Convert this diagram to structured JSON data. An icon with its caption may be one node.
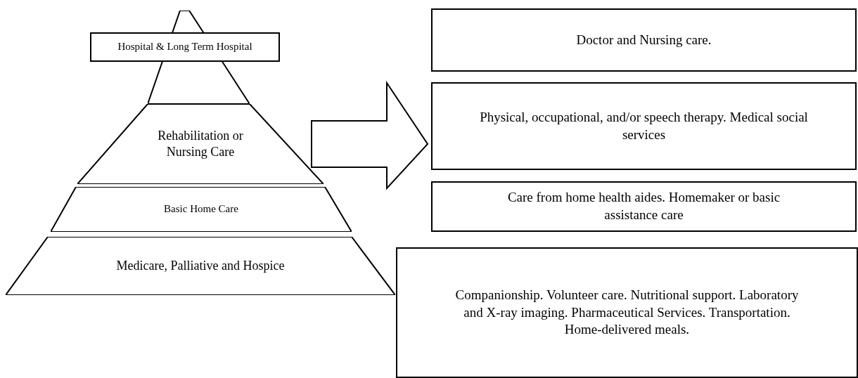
{
  "diagram": {
    "nodes": [
      {
        "text": [],
        "shape": "triangle"
      },
      {
        "text": [
          "Hospital & Long Term Hospital"
        ]
      },
      {
        "text": [
          "Rehabilitation or Nursing Care"
        ]
      },
      {
        "text": [
          "Basic Home Care"
        ]
      },
      {
        "text": [
          "Medicare, Palliative and Hospice"
        ]
      },
      {
        "text": [
          "Doctor and Nursing care."
        ]
      },
      {
        "text": [
          "Physical, occupational, and/or speech therapy. Medical social services"
        ]
      },
      {
        "text": [
          "Care from home health aides.  Homemaker or basic assistance care"
        ]
      },
      {
        "text": [
          "Companionship. Volunteer care.  Nutritional support.  Laboratory and X-ray imaging. Pharmaceutical Services.  Transportation.  Home-delivered meals."
        ]
      }
    ],
    "edges": [
      {
        "from": 2,
        "to": 6,
        "arrow": "to",
        "style": "thick"
      }
    ]
  }
}
